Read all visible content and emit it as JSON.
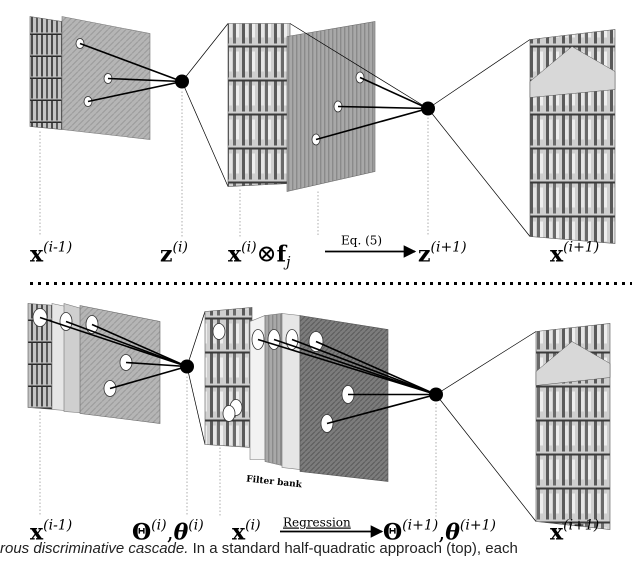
{
  "top": {
    "labels": {
      "x_prev": "x",
      "x_prev_sup": "(i-1)",
      "z": "z",
      "z_sup": "(i)",
      "x": "x",
      "x_sup": "(i)",
      "otimes": "⊗",
      "f": "f",
      "f_sub": "j",
      "arrow_label": "Eq. (5)",
      "z_next": "z",
      "z_next_sup": "(i+1)",
      "x_next": "x",
      "x_next_sup": "(i+1)"
    }
  },
  "bottom": {
    "labels": {
      "x_prev": "x",
      "x_prev_sup": "(i-1)",
      "theta": "Θ",
      "theta_sup": "(i)",
      "comma": ",",
      "theta_small": "θ",
      "theta_small_sup": "(i)",
      "x": "x",
      "x_sup": "(i)",
      "arrow_label": "Regression",
      "theta_next": "Θ",
      "theta_next_sup": "(i+1)",
      "theta_small_next": "θ",
      "theta_small_next_sup": "(i+1)",
      "x_next": "x",
      "x_next_sup": "(i+1)",
      "filter_bank": "Filter bank"
    }
  },
  "caption": {
    "italic": "rous discriminative cascade.",
    "rest": " In a standard half-quadratic approach (top), each"
  },
  "colors": {
    "image_dark": "#3a3a3a",
    "image_mid": "#8a8a8a",
    "filter_gray": "#b8b8b8",
    "node": "#000000",
    "divider": "#000000"
  }
}
